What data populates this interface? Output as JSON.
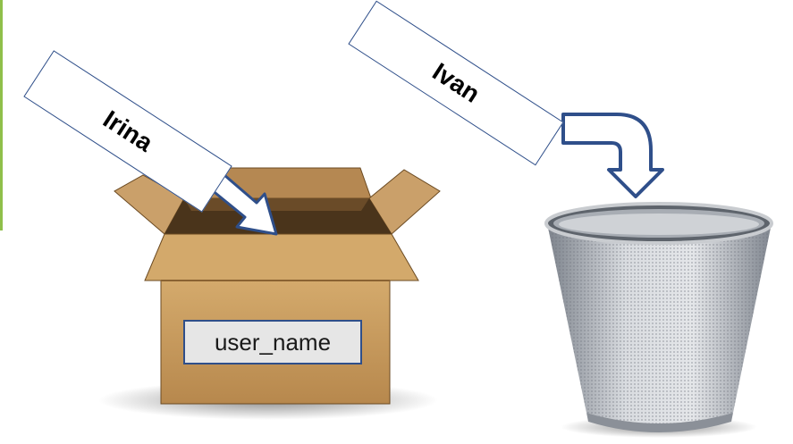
{
  "labels": {
    "card_one": "Irina",
    "card_two": "Ivan",
    "box_label": "user_name"
  },
  "colors": {
    "box": "#c59a5e",
    "box_dark": "#6b4a22",
    "arrow_fill": "#ffffff",
    "arrow_stroke": "#2f4f8a",
    "bin_mesh": "#9aa0a8"
  },
  "icons": [
    "cardboard-box-icon",
    "trash-bin-icon",
    "arrow-into-box-icon",
    "curved-arrow-to-bin-icon"
  ]
}
